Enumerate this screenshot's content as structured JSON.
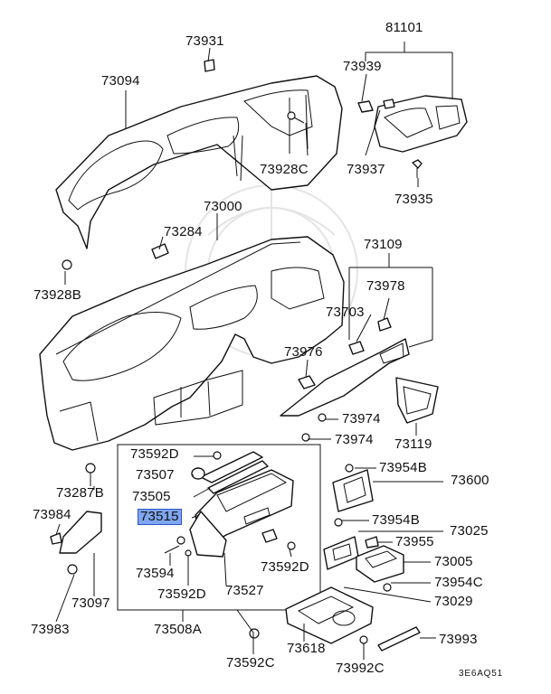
{
  "diagram": {
    "figure_code": "3E6AQ51",
    "highlighted_part": "73515",
    "labels": {
      "p73931": "73931",
      "p81101": "81101",
      "p73094": "73094",
      "p73939": "73939",
      "p73928c": "73928C",
      "p73937": "73937",
      "p73935": "73935",
      "p73000": "73000",
      "p73284": "73284",
      "p73109": "73109",
      "p73928b": "73928B",
      "p73978": "73978",
      "p73703": "73703",
      "p73976": "73976",
      "p73974a": "73974",
      "p73974b": "73974",
      "p73119": "73119",
      "p73592d_a": "73592D",
      "p73507": "73507",
      "p73505": "73505",
      "p73954b_a": "73954B",
      "p73600": "73600",
      "p73287b": "73287B",
      "p73984": "73984",
      "p73515": "73515",
      "p73954b_b": "73954B",
      "p73025": "73025",
      "p73955": "73955",
      "p73594": "73594",
      "p73592d_b": "73592D",
      "p73005": "73005",
      "p73954c": "73954C",
      "p73097": "73097",
      "p73592d_c": "73592D",
      "p73527": "73527",
      "p73029": "73029",
      "p73983": "73983",
      "p73508a": "73508A",
      "p73618": "73618",
      "p73993": "73993",
      "p73592c": "73592C",
      "p73992c": "73992C"
    }
  }
}
